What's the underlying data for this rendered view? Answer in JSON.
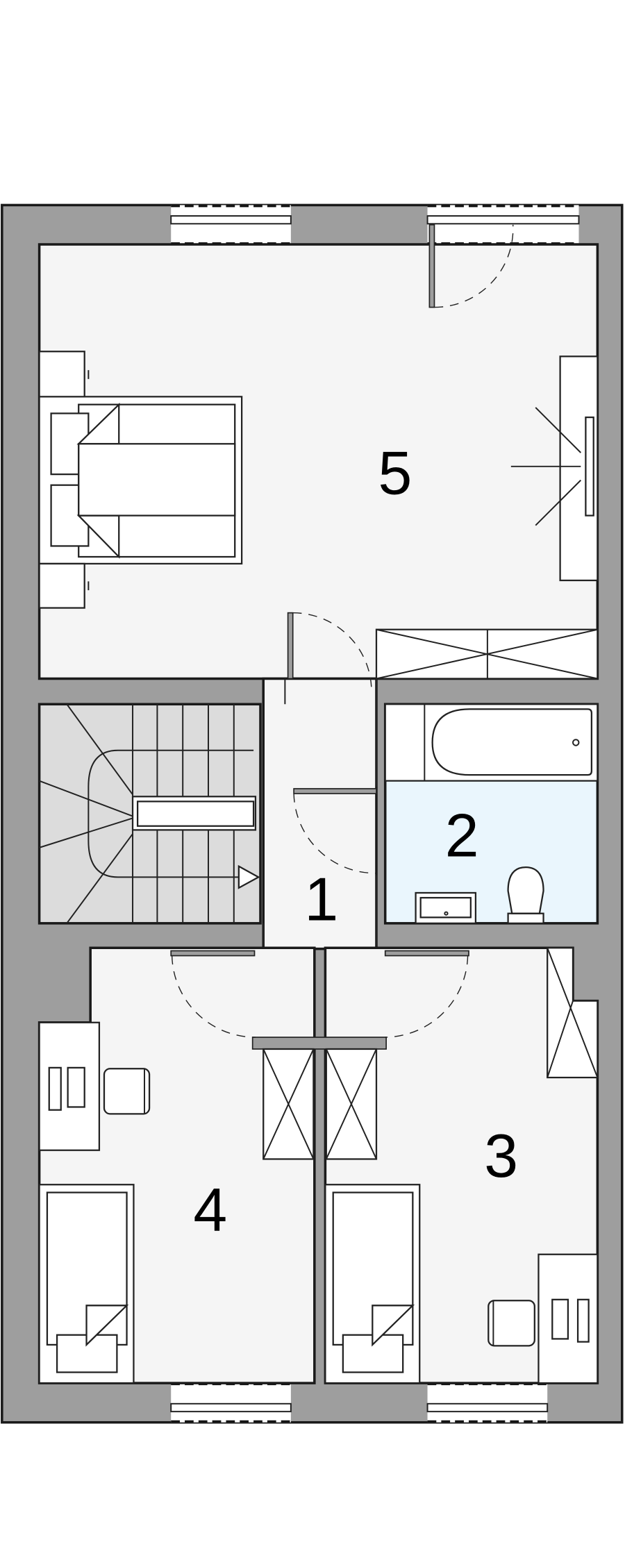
{
  "rooms": [
    {
      "number": "1"
    },
    {
      "number": "2"
    },
    {
      "number": "3"
    },
    {
      "number": "4"
    },
    {
      "number": "5"
    }
  ],
  "colors": {
    "wall": "#9e9e9e",
    "floor": "#f5f5f5",
    "stair": "#dddddd",
    "bathroom": "#eaf6fd"
  }
}
